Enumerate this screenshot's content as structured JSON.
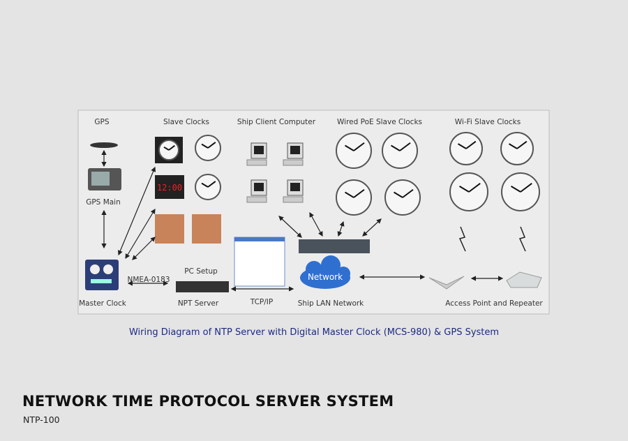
{
  "diagram": {
    "labels": {
      "gps": "GPS",
      "slave_clocks": "Slave Clocks",
      "ship_client_computer": "Ship Client Computer",
      "wired_poe": "Wired PoE Slave Clocks",
      "wifi": "Wi-Fi Slave Clocks",
      "gps_main": "GPS Main",
      "master_clock": "Master Clock",
      "nmea": "NMEA-0183",
      "pc_setup": "PC Setup",
      "npt_server": "NPT Server",
      "tcpip": "TCP/IP",
      "network": "Network",
      "ship_lan": "Ship LAN Network",
      "access_point": "Access Point and Repeater",
      "digital_clock": "12:00"
    },
    "caption": "Wiring Diagram of NTP Server with Digital Master Clock (MCS-980) & GPS System"
  },
  "product": {
    "title": "NETWORK TIME PROTOCOL SERVER SYSTEM",
    "model": "NTP-100"
  }
}
